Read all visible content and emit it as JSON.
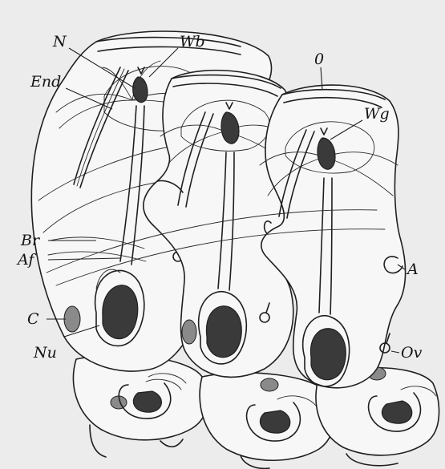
{
  "figure": {
    "labels": {
      "N": "N",
      "Wb": "Wb",
      "End": "End",
      "O": "0",
      "Wg": "Wg",
      "Br": "Br",
      "Af": "Af",
      "A": "A",
      "C": "C",
      "Nu": "Nu",
      "Ov": "Ov"
    },
    "colors": {
      "ink": "#1f1f1f",
      "paper": "#ececec"
    }
  }
}
